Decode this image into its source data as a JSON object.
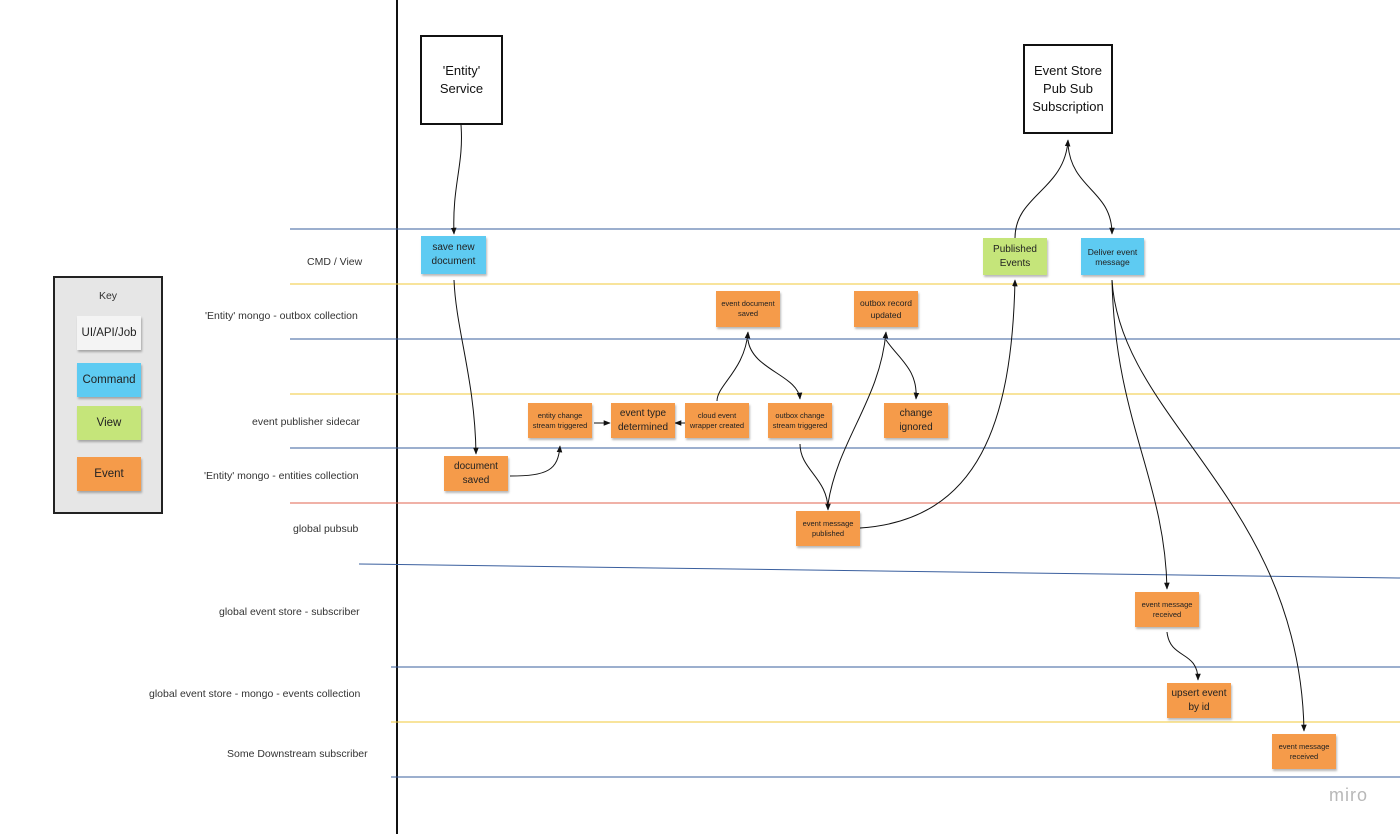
{
  "lanes": [
    {
      "id": "cmd",
      "label": "CMD / View"
    },
    {
      "id": "outbox",
      "label": "'Entity' mongo - outbox collection"
    },
    {
      "id": "sidecar",
      "label": "event publisher sidecar"
    },
    {
      "id": "entities",
      "label": "'Entity' mongo - entities collection"
    },
    {
      "id": "pubsub",
      "label": "global pubsub"
    },
    {
      "id": "store-sub",
      "label": "global event store - subscriber"
    },
    {
      "id": "events-coll",
      "label": "global event store - mongo - events collection"
    },
    {
      "id": "downstream",
      "label": "Some Downstream  subscriber"
    }
  ],
  "systems": {
    "entity_service": "'Entity'\nService",
    "event_store": "Event Store\nPub Sub\nSubscription"
  },
  "stickies": {
    "save_new_document": "save new document",
    "published_events": "Published Events",
    "deliver_event_message": "Deliver event message",
    "event_document_saved": "event document saved",
    "outbox_record_updated": "outbox record updated",
    "entity_change_stream": "entity change stream triggered",
    "event_type_determined": "event type determined",
    "cloud_event_wrapper": "cloud event wrapper created",
    "outbox_change_stream": "outbox change stream triggered",
    "change_ignored": "change ignored",
    "document_saved": "document saved",
    "event_message_published": "event message published",
    "event_message_received_store": "event message received",
    "upsert_event_by_id": "upsert event by id",
    "event_message_received_downstream": "event message received"
  },
  "key": {
    "title": "Key",
    "items": [
      {
        "label": "UI/API/Job",
        "color": "#f4f4f4"
      },
      {
        "label": "Command",
        "color": "#5ecbf2"
      },
      {
        "label": "View",
        "color": "#c5e57a"
      },
      {
        "label": "Event",
        "color": "#f59b4a"
      }
    ]
  },
  "colors": {
    "line_blue": "#3a5f9e",
    "line_yellow": "#f0c93a",
    "line_red": "#e0634f",
    "orange": "#f59b4a",
    "blue": "#5ecbf2",
    "green": "#c5e57a"
  },
  "brand": "miro"
}
